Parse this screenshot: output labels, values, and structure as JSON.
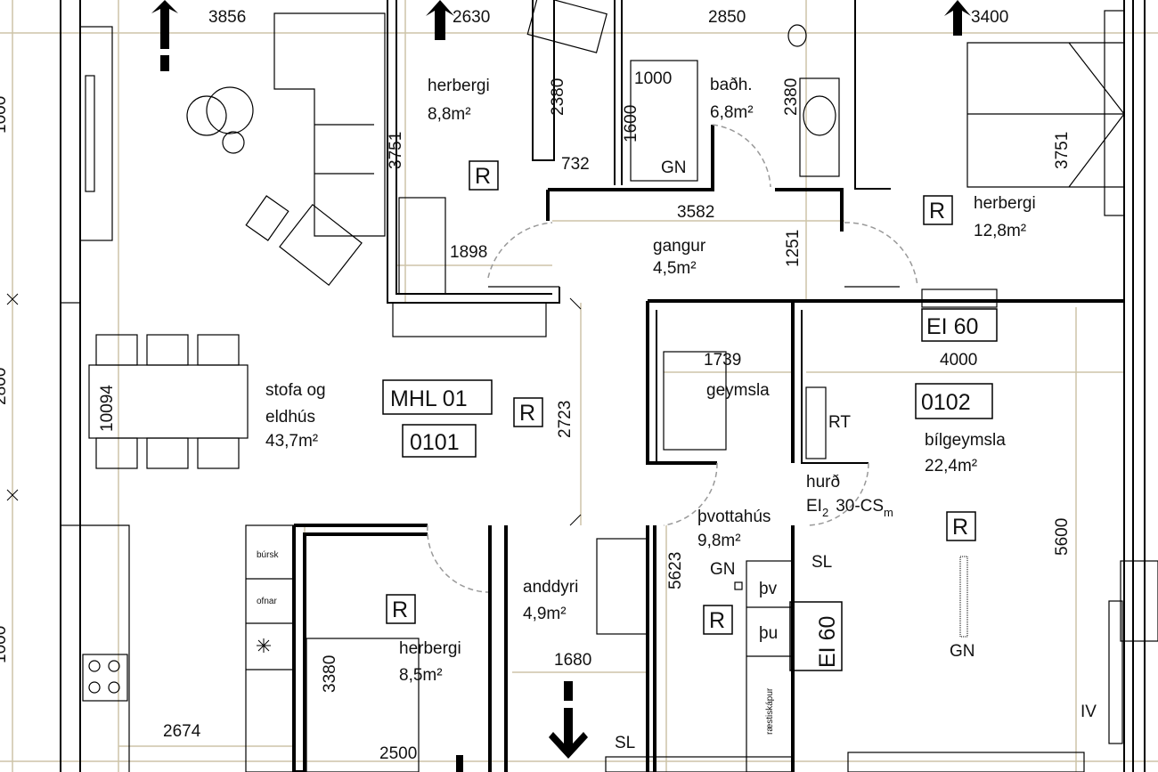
{
  "title": "MHL 01",
  "dimensions": {
    "top": [
      "3856",
      "2630",
      "2850",
      "3400"
    ],
    "left_edge": [
      "1000",
      "2800",
      "1000"
    ],
    "d2380a": "2380",
    "d1000": "1000",
    "d1600": "1600",
    "d2380b": "2380",
    "d3751a": "3751",
    "d3751b": "3751",
    "d732": "732",
    "d3582": "3582",
    "d1898": "1898",
    "d1251": "1251",
    "d4000": "4000",
    "d1739": "1739",
    "d10094": "10094",
    "d2723": "2723",
    "d5600": "5600",
    "d5623": "5623",
    "d3380": "3380",
    "d1680": "1680",
    "d2674": "2674",
    "d2500": "2500"
  },
  "rooms": [
    {
      "name": "herbergi",
      "area": "8,8m²"
    },
    {
      "name": "baðh.",
      "area": "6,8m²"
    },
    {
      "name": "herbergi",
      "area": "12,8m²"
    },
    {
      "name": "gangur",
      "area": "4,5m²"
    },
    {
      "name": "geymsla"
    },
    {
      "name": "stofa og",
      "name2": "eldhús",
      "area": "43,7m²"
    },
    {
      "name": "bílgeymsla",
      "area": "22,4m²"
    },
    {
      "name": "þvottahús",
      "area": "9,8m²"
    },
    {
      "name": "anddyri",
      "area": "4,9m²"
    },
    {
      "name": "herbergi",
      "area": "8,5m²"
    }
  ],
  "unit_labels": {
    "mhl": "MHL 01",
    "unit1": "0101",
    "unit2": "0102"
  },
  "fire": {
    "ei60": "EI 60",
    "door_label": "hurð",
    "door_class": "EI",
    "door_sub": "2",
    "door_rating": "30-CS",
    "door_rating_sub": "m"
  },
  "markers": {
    "r": "R",
    "gn": "GN",
    "rt": "RT",
    "sl": "SL",
    "iv": "IV"
  },
  "fixtures": {
    "bursk": "búrsk",
    "ofnar": "ofnar",
    "thv": "þv",
    "thu": "þu",
    "raesti": "ræstiskápur"
  }
}
